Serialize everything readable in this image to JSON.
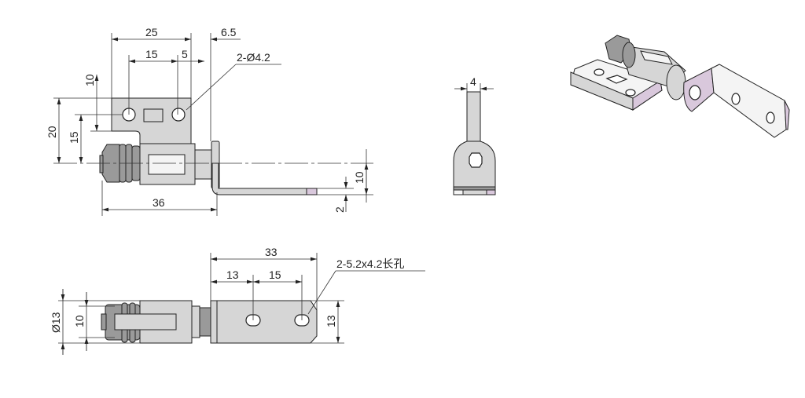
{
  "top_view": {
    "dim_25": "25",
    "dim_6_5": "6.5",
    "dim_15_h": "15",
    "dim_5": "5",
    "hole_callout": "2-Ø4.2",
    "dim_10_left": "10",
    "dim_20": "20",
    "dim_15_v": "15",
    "dim_36": "36",
    "dim_10_right": "10",
    "dim_2": "2"
  },
  "side_view": {
    "dim_4": "4"
  },
  "bottom_view": {
    "dim_33": "33",
    "dim_13_h": "13",
    "dim_15_h": "15",
    "slot_callout": "2-5.2x4.2长孔",
    "dim_d13": "Ø13",
    "dim_10": "10",
    "dim_13_v": "13"
  },
  "colors": {
    "metal": "#d6d6d6",
    "accent_face": "#d9c8dc",
    "line": "#222222"
  }
}
